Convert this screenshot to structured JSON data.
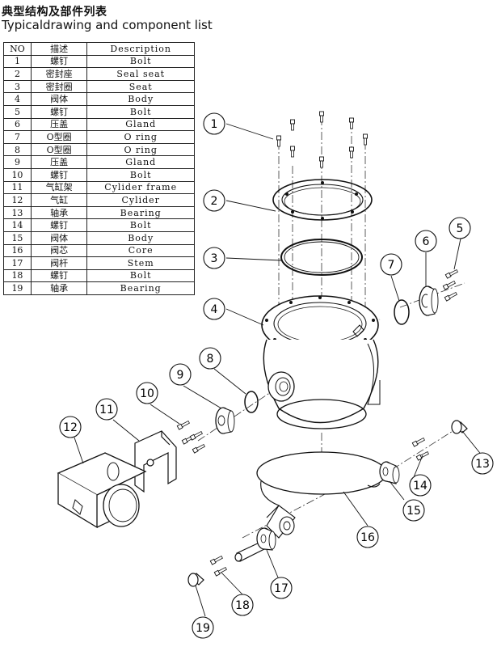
{
  "header": {
    "title_cn": "典型结构及部件列表",
    "title_en": "Typicaldrawing and component list"
  },
  "table": {
    "headers": [
      "NO",
      "描述",
      "Description"
    ],
    "rows": [
      {
        "no": "1",
        "cn": "螺钉",
        "en": "Bolt"
      },
      {
        "no": "2",
        "cn": "密封座",
        "en": "Seal seat"
      },
      {
        "no": "3",
        "cn": "密封圈",
        "en": "Seat"
      },
      {
        "no": "4",
        "cn": "阀体",
        "en": "Body"
      },
      {
        "no": "5",
        "cn": "螺钉",
        "en": "Bolt"
      },
      {
        "no": "6",
        "cn": "压盖",
        "en": "Gland"
      },
      {
        "no": "7",
        "cn": "O型圈",
        "en": "O ring"
      },
      {
        "no": "8",
        "cn": "O型圈",
        "en": "O ring"
      },
      {
        "no": "9",
        "cn": "压盖",
        "en": "Gland"
      },
      {
        "no": "10",
        "cn": "螺钉",
        "en": "Bolt"
      },
      {
        "no": "11",
        "cn": "气缸架",
        "en": "Cylider frame"
      },
      {
        "no": "12",
        "cn": "气缸",
        "en": "Cylider"
      },
      {
        "no": "13",
        "cn": "轴承",
        "en": "Bearing"
      },
      {
        "no": "14",
        "cn": "螺钉",
        "en": "Bolt"
      },
      {
        "no": "15",
        "cn": "阀体",
        "en": "Body"
      },
      {
        "no": "16",
        "cn": "阀芯",
        "en": "Core"
      },
      {
        "no": "17",
        "cn": "阀杆",
        "en": "Stem"
      },
      {
        "no": "18",
        "cn": "螺钉",
        "en": "Bolt"
      },
      {
        "no": "19",
        "cn": "轴承",
        "en": "Bearing"
      }
    ]
  },
  "callouts": [
    "1",
    "2",
    "3",
    "4",
    "5",
    "6",
    "7",
    "8",
    "9",
    "10",
    "11",
    "12",
    "13",
    "14",
    "15",
    "16",
    "17",
    "18",
    "19"
  ]
}
